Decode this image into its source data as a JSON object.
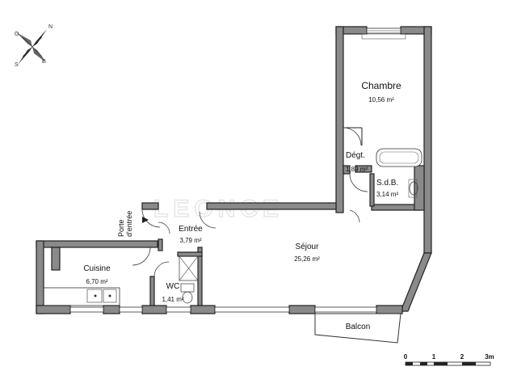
{
  "watermark": "LEONCE",
  "compass": {
    "north": "N",
    "south": "S",
    "east": "E",
    "west": "O"
  },
  "rooms": {
    "chambre": {
      "name": "Chambre",
      "area": "10,56 m²"
    },
    "degt": {
      "name": "Dégt.",
      "area": "1,89 m²"
    },
    "sdb": {
      "name": "S.d.B.",
      "area": "3,14 m²"
    },
    "entree": {
      "name": "Entrée",
      "area": "3,79 m²"
    },
    "sejour": {
      "name": "Séjour",
      "area": "25,26 m²"
    },
    "cuisine": {
      "name": "Cuisine",
      "area": "6,70 m²"
    },
    "wc": {
      "name": "WC",
      "area": "1,41 m²"
    },
    "balcon": {
      "name": "Balcon"
    }
  },
  "porte_entree": {
    "line1": "Porte",
    "line2": "d'entrée"
  },
  "scale": {
    "labels": [
      "0",
      "1",
      "2",
      "3m"
    ]
  }
}
